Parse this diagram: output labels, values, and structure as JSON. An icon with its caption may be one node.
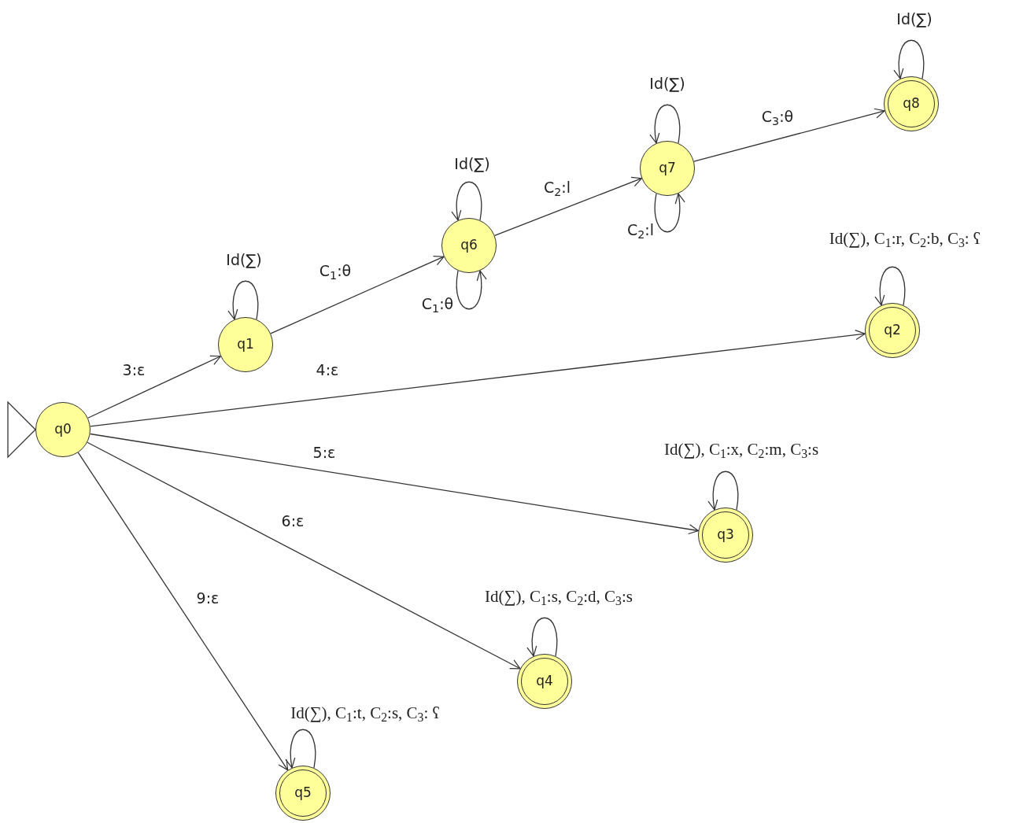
{
  "diagram": {
    "nodes": [
      {
        "text": [
          "q0"
        ]
      },
      {
        "text": [
          "q1"
        ]
      },
      {
        "text": [
          "q2"
        ]
      },
      {
        "text": [
          "q3"
        ]
      },
      {
        "text": [
          "q4"
        ]
      },
      {
        "text": [
          "q5"
        ]
      },
      {
        "text": [
          "q6"
        ]
      },
      {
        "text": [
          "q7"
        ]
      },
      {
        "text": [
          "q8"
        ]
      }
    ],
    "edges": [
      {
        "from": 0,
        "to": 1,
        "arrow": "to",
        "label": "3:ε"
      },
      {
        "from": 1,
        "to": 6,
        "arrow": "to",
        "label": "C$_{1}$:θ"
      },
      {
        "from": 6,
        "to": 7,
        "arrow": "to",
        "label": "C$_{2}$:l"
      },
      {
        "from": 7,
        "to": 8,
        "arrow": "to",
        "label": "C$_{3}$:θ"
      },
      {
        "from": 0,
        "to": 2,
        "arrow": "to",
        "label": "4:ε"
      },
      {
        "from": 0,
        "to": 3,
        "arrow": "to",
        "label": "5:ε"
      },
      {
        "from": 0,
        "to": 4,
        "arrow": "to",
        "label": "6:ε"
      },
      {
        "from": 0,
        "to": 5,
        "arrow": "to",
        "label": "9:ε"
      },
      {
        "from": 1,
        "to": 1,
        "arrow": "to",
        "label": "Id(∑)"
      },
      {
        "from": 6,
        "to": 6,
        "arrow": "to",
        "label": "Id(∑)"
      },
      {
        "from": 6,
        "to": 6,
        "arrow": "to",
        "label": "C$_{1}$:θ"
      },
      {
        "from": 7,
        "to": 7,
        "arrow": "to",
        "label": "Id(∑)"
      },
      {
        "from": 7,
        "to": 7,
        "arrow": "to",
        "label": "C$_{2}$:l"
      },
      {
        "from": 8,
        "to": 8,
        "arrow": "to",
        "label": "Id(∑)"
      },
      {
        "from": 2,
        "to": 2,
        "arrow": "to",
        "label": "Id(∑), C$_{1}$:r, C$_{2}$:b, C$_{3}$: ʕ"
      },
      {
        "from": 3,
        "to": 3,
        "arrow": "to",
        "label": "Id(∑), C$_{1}$:x, C$_{2}$:m, C$_{3}$:s"
      },
      {
        "from": 4,
        "to": 4,
        "arrow": "to",
        "label": "Id(∑), C$_{1}$:s, C$_{2}$:d, C$_{3}$:s"
      },
      {
        "from": 5,
        "to": 5,
        "arrow": "to",
        "label": "Id(∑), C$_{1}$:t, C$_{2}$:s, C$_{3}$: ʕ"
      }
    ]
  }
}
